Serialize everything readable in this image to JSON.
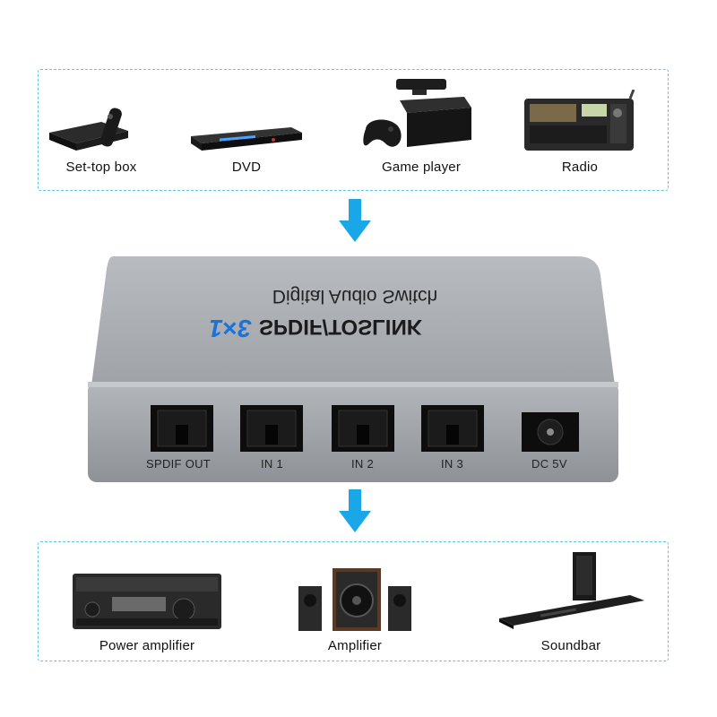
{
  "sources": {
    "items": [
      {
        "label": "Set-top box",
        "icon": "settop-box-icon"
      },
      {
        "label": "DVD",
        "icon": "dvd-player-icon"
      },
      {
        "label": "Game player",
        "icon": "game-console-icon"
      },
      {
        "label": "Radio",
        "icon": "radio-icon"
      }
    ]
  },
  "device": {
    "brand_line": "SPDIF/TOSLINK",
    "model": "3×1",
    "subtitle": "Digital Audio Switch",
    "ports": [
      {
        "label": "SPDIF OUT",
        "icon": "optical-port-icon"
      },
      {
        "label": "IN 1",
        "icon": "optical-port-icon"
      },
      {
        "label": "IN 2",
        "icon": "optical-port-icon"
      },
      {
        "label": "IN 3",
        "icon": "optical-port-icon"
      },
      {
        "label": "DC 5V",
        "icon": "dc-jack-icon"
      }
    ],
    "accent_color": "#1a73d8",
    "arrow_color": "#1aa7e8"
  },
  "outputs": {
    "items": [
      {
        "label": "Power amplifier",
        "icon": "power-amplifier-icon"
      },
      {
        "label": "Amplifier",
        "icon": "speakers-icon"
      },
      {
        "label": "Soundbar",
        "icon": "soundbar-icon"
      }
    ]
  }
}
